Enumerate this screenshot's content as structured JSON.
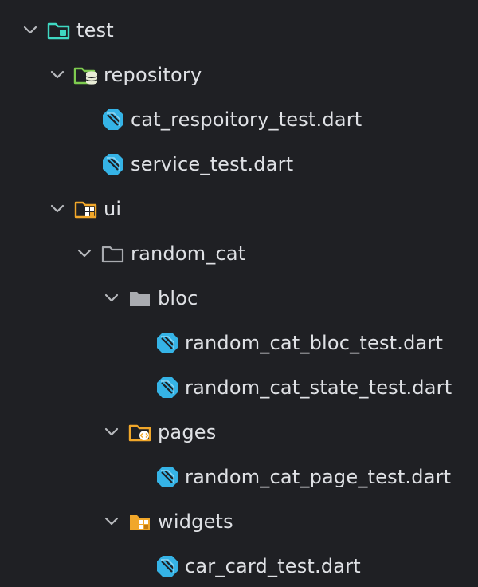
{
  "tree": {
    "root": {
      "label": "test"
    },
    "repository": {
      "label": "repository",
      "files": [
        "cat_respoitory_test.dart",
        "service_test.dart"
      ]
    },
    "ui": {
      "label": "ui"
    },
    "random_cat": {
      "label": "random_cat"
    },
    "bloc": {
      "label": "bloc",
      "files": [
        "random_cat_bloc_test.dart",
        "random_cat_state_test.dart"
      ]
    },
    "pages": {
      "label": "pages",
      "files": [
        "random_cat_page_test.dart"
      ]
    },
    "widgets": {
      "label": "widgets",
      "files": [
        "car_card_test.dart"
      ]
    }
  },
  "icons": {
    "expanded": "chevron-down-icon",
    "test_folder": "test-folder-icon",
    "repository_folder": "database-folder-icon",
    "ui_folder": "component-folder-icon",
    "plain_folder": "folder-outline-icon",
    "solid_folder": "folder-icon",
    "pages_folder": "code-folder-icon",
    "dart_file": "dart-icon"
  },
  "colors": {
    "background": "#1f2024",
    "text": "#dfe1e5",
    "chevron": "#b7b9bd",
    "test_folder": "#3fd8c2",
    "repository_folder": "#7ecb4f",
    "ui_folder": "#f1a72a",
    "folder_gray": "#a9abb0",
    "dart": "#35b3e6"
  }
}
